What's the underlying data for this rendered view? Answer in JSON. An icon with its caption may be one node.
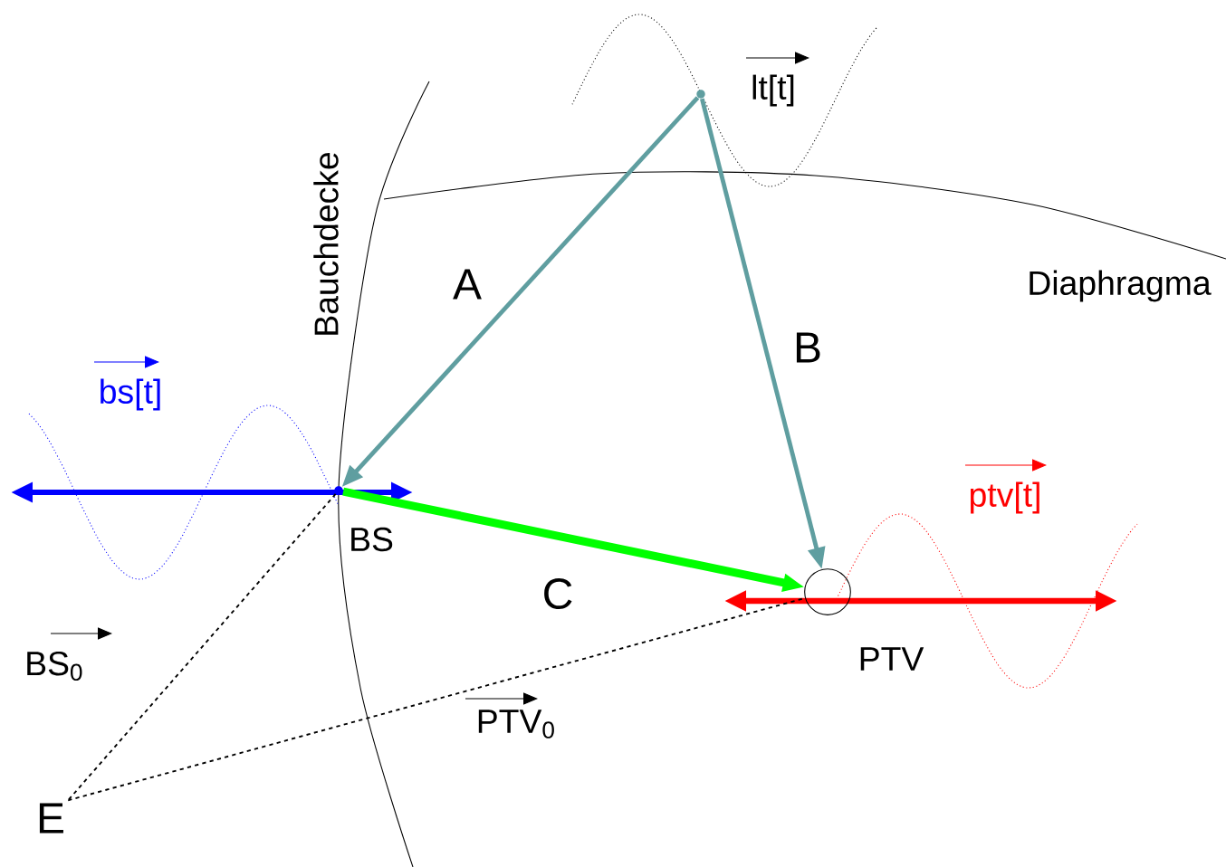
{
  "diagram": {
    "nodes": [
      {
        "text": [],
        "shape": "point"
      },
      {
        "text": [],
        "shape": "point",
        "beside": [
          "BS"
        ]
      },
      {
        "text": [],
        "shape": "circle",
        "beside": [
          "PTV"
        ]
      },
      {
        "text": [
          "E"
        ]
      }
    ],
    "edges": [
      {
        "from": 0,
        "to": 1,
        "arrow": "to",
        "label": "A"
      },
      {
        "from": 0,
        "to": 2,
        "arrow": "to",
        "label": "B"
      },
      {
        "from": 1,
        "to": 2,
        "arrow": "to",
        "label": "C",
        "style": "thick",
        "color": "#00ff00"
      },
      {
        "from": 1,
        "to": 3,
        "arrow": "none",
        "style": "dashed",
        "color": "#000000"
      },
      {
        "from": 3,
        "to": 2,
        "arrow": "none",
        "style": "dashed",
        "color": "#000000"
      }
    ],
    "labels": [
      "Bauchdecke",
      "Diaphragma",
      "lt[t]",
      "bs[t]",
      "ptv[t]",
      "BS$_{0}$",
      "PTV$_{0}$"
    ]
  }
}
